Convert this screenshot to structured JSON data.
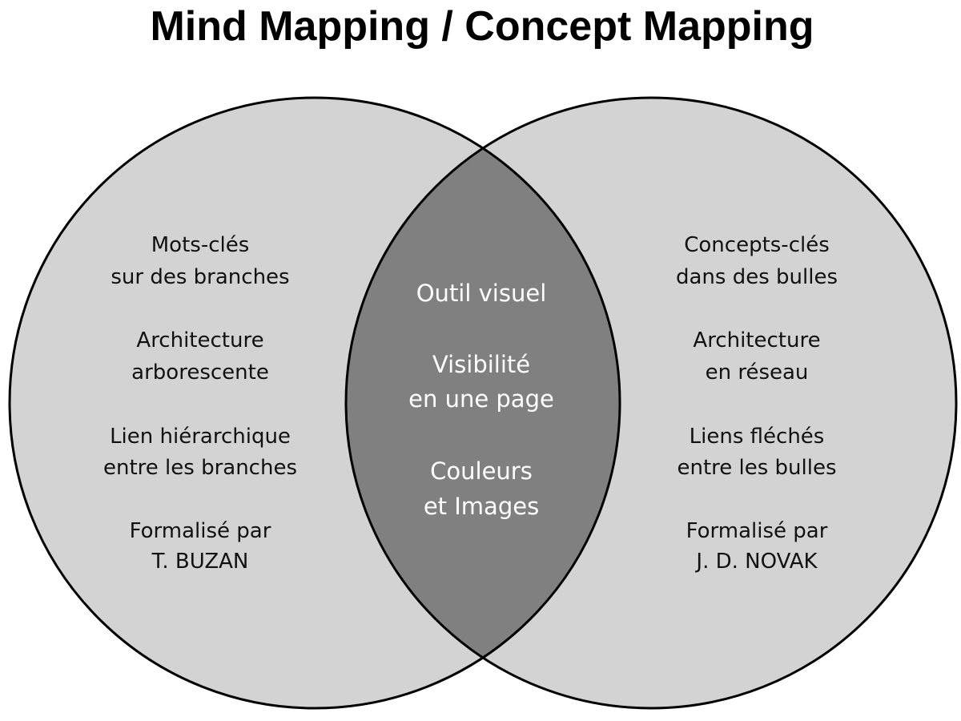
{
  "title": "Mind Mapping / Concept Mapping",
  "colors": {
    "circle_fill": "#d3d3d3",
    "intersection_fill": "#808080",
    "stroke": "#000000"
  },
  "left": {
    "name": "Mind Mapping",
    "lines": [
      "Mots-clés",
      "sur des branches",
      "Architecture",
      "arborescente",
      "Lien hiérarchique",
      "entre les branches",
      "Formalisé par",
      "T. BUZAN"
    ]
  },
  "center": {
    "lines": [
      "Outil visuel",
      "Visibilité",
      "en une page",
      "Couleurs",
      "et Images"
    ]
  },
  "right": {
    "name": "Concept Mapping",
    "lines": [
      "Concepts-clés",
      "dans des bulles",
      "Architecture",
      "en réseau",
      "Liens fléchés",
      "entre les bulles",
      "Formalisé par",
      "J. D. NOVAK"
    ]
  }
}
